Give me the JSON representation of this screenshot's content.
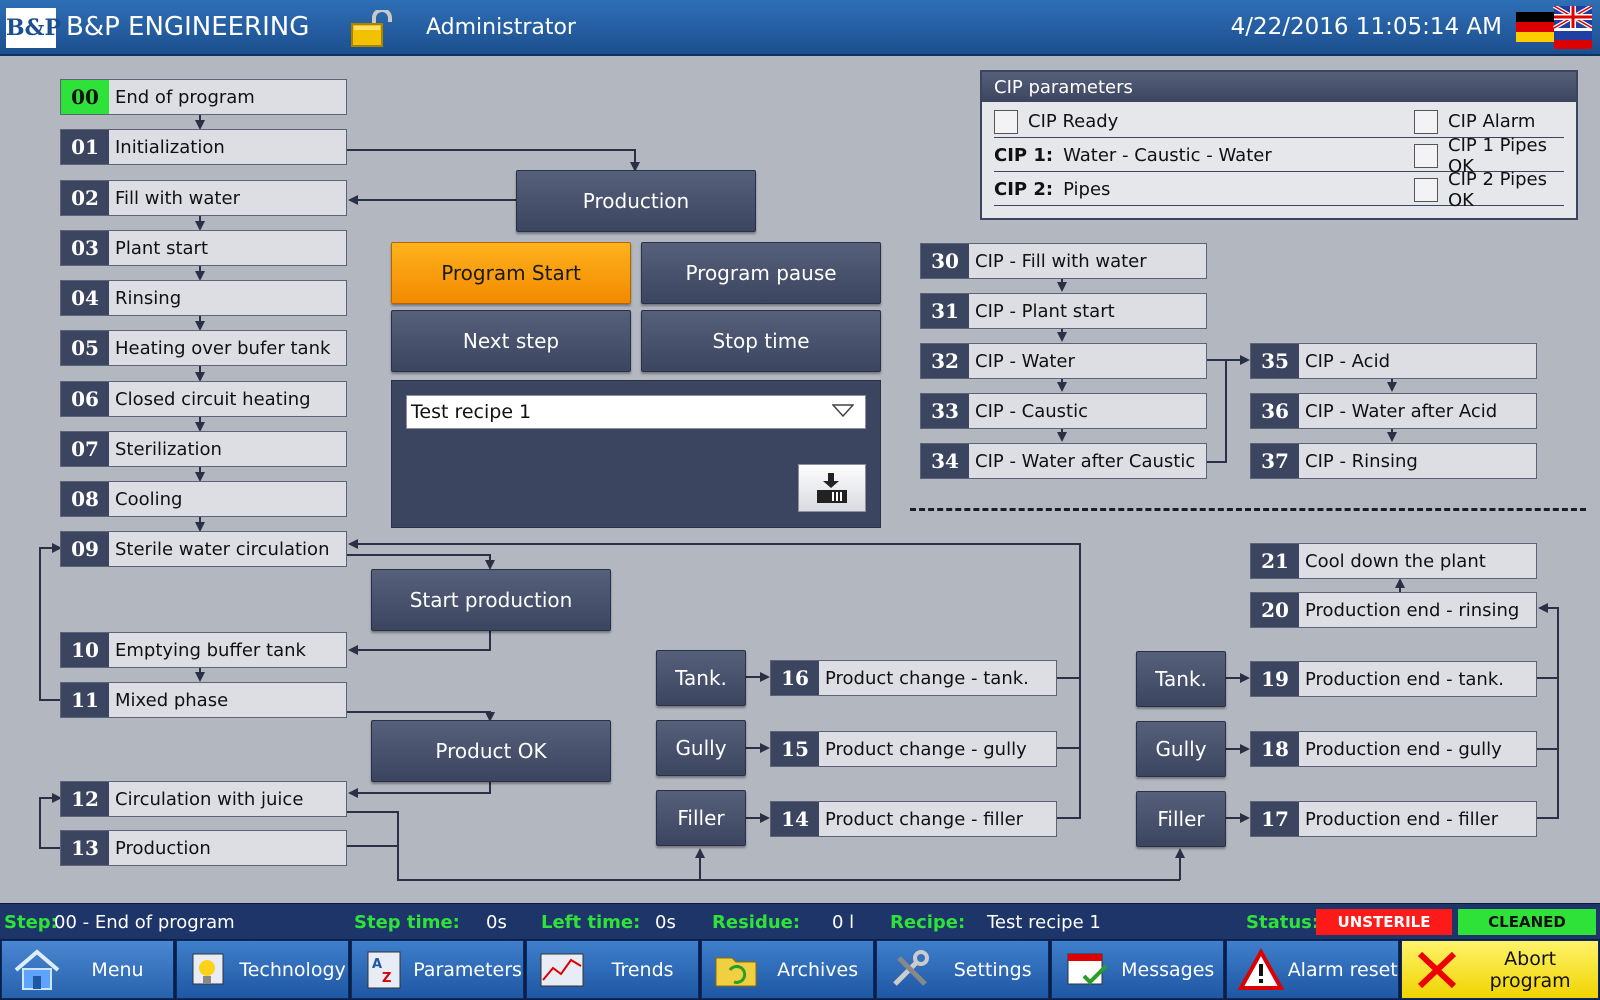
{
  "header": {
    "logo": "B&P",
    "brand": "B&P ENGINEERING",
    "user": "Administrator",
    "datetime": "4/22/2016 11:05:14 AM",
    "lock_icon": "unlocked-padlock-icon",
    "flags_icon": "language-flags-icon"
  },
  "steps_left": [
    {
      "num": "00",
      "label": "End of program",
      "active": true
    },
    {
      "num": "01",
      "label": "Initialization"
    },
    {
      "num": "02",
      "label": "Fill with water"
    },
    {
      "num": "03",
      "label": "Plant start"
    },
    {
      "num": "04",
      "label": "Rinsing"
    },
    {
      "num": "05",
      "label": "Heating over bufer tank"
    },
    {
      "num": "06",
      "label": "Closed circuit heating"
    },
    {
      "num": "07",
      "label": "Sterilization"
    },
    {
      "num": "08",
      "label": "Cooling"
    },
    {
      "num": "09",
      "label": "Sterile water circulation"
    },
    {
      "num": "10",
      "label": "Emptying buffer tank"
    },
    {
      "num": "11",
      "label": "Mixed phase"
    },
    {
      "num": "12",
      "label": "Circulation with juice"
    },
    {
      "num": "13",
      "label": "Production"
    }
  ],
  "steps_product_change": [
    {
      "num": "16",
      "label": "Product change - tank."
    },
    {
      "num": "15",
      "label": "Product change - gully"
    },
    {
      "num": "14",
      "label": "Product change - filler"
    }
  ],
  "steps_production_end": [
    {
      "num": "21",
      "label": "Cool down the plant"
    },
    {
      "num": "20",
      "label": "Production end - rinsing"
    },
    {
      "num": "19",
      "label": "Production end - tank."
    },
    {
      "num": "18",
      "label": "Production end - gully"
    },
    {
      "num": "17",
      "label": "Production end - filler"
    }
  ],
  "steps_cip": [
    {
      "num": "30",
      "label": "CIP - Fill with water"
    },
    {
      "num": "31",
      "label": "CIP - Plant start"
    },
    {
      "num": "32",
      "label": "CIP - Water"
    },
    {
      "num": "33",
      "label": "CIP - Caustic"
    },
    {
      "num": "34",
      "label": "CIP - Water after Caustic"
    },
    {
      "num": "35",
      "label": "CIP - Acid"
    },
    {
      "num": "36",
      "label": "CIP - Water after Acid"
    },
    {
      "num": "37",
      "label": "CIP - Rinsing"
    }
  ],
  "buttons": {
    "production": "Production",
    "program_start": "Program Start",
    "program_pause": "Program pause",
    "next_step": "Next step",
    "stop_time": "Stop time",
    "start_production": "Start production",
    "product_ok": "Product OK",
    "tank_1": "Tank.",
    "gully_1": "Gully",
    "filler_1": "Filler",
    "tank_2": "Tank.",
    "gully_2": "Gully",
    "filler_2": "Filler"
  },
  "recipe": {
    "selected": "Test recipe 1",
    "load_icon": "load-recipe-icon"
  },
  "cip_params": {
    "title": "CIP parameters",
    "cip_ready": "CIP Ready",
    "cip_alarm": "CIP Alarm",
    "cip1_label": "CIP 1:",
    "cip1_value": "Water - Caustic - Water",
    "cip1_pipes": "CIP 1 Pipes OK",
    "cip2_label": "CIP 2:",
    "cip2_value": "Pipes",
    "cip2_pipes": "CIP 2 Pipes OK"
  },
  "status": {
    "step_label": "Step:",
    "step_value": "00 - End of program",
    "step_time_label": "Step time:",
    "step_time_value": "0s",
    "left_time_label": "Left time:",
    "left_time_value": "0s",
    "residue_label": "Residue:",
    "residue_value": "0 l",
    "recipe_label": "Recipe:",
    "recipe_value": "Test recipe 1",
    "status_label": "Status:",
    "unsterile": "UNSTERILE",
    "cleaned": "CLEANED",
    "colors": {
      "unsterile": "#ff1a1a",
      "cleaned": "#2fe23a",
      "label": "#2fe23a"
    }
  },
  "nav": [
    {
      "label": "Menu",
      "icon": "home-icon"
    },
    {
      "label": "Technology",
      "icon": "technology-icon"
    },
    {
      "label": "Parameters",
      "icon": "parameters-icon"
    },
    {
      "label": "Trends",
      "icon": "trends-icon"
    },
    {
      "label": "Archives",
      "icon": "archives-icon"
    },
    {
      "label": "Settings",
      "icon": "settings-icon"
    },
    {
      "label": "Messages",
      "icon": "messages-icon"
    },
    {
      "label": "Alarm reset",
      "icon": "alarm-reset-icon"
    },
    {
      "label": "Abort program",
      "icon": "abort-icon"
    }
  ]
}
